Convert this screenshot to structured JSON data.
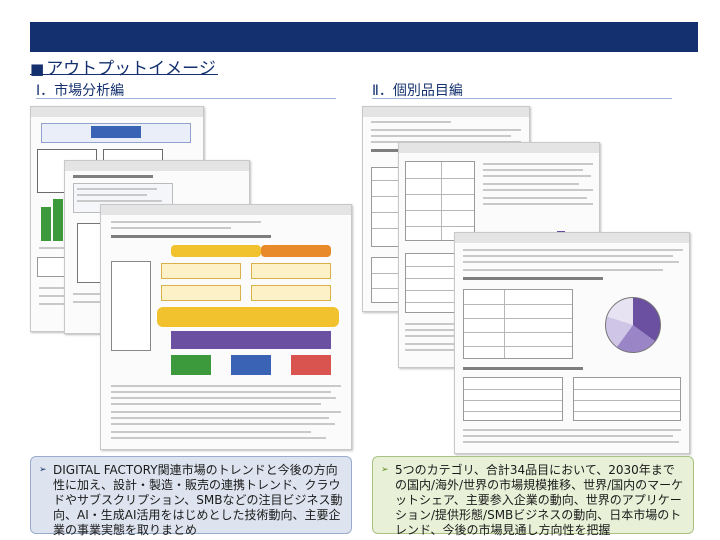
{
  "page": {
    "section_marker": "■",
    "section_title": "アウトプットイメージ",
    "part1_title": "Ⅰ．市場分析編",
    "part2_title": "Ⅱ．個別品目編"
  },
  "colors": {
    "navy": "#14306e",
    "light_blue_box": "#dde4ef",
    "light_green_box": "#e8f1d8",
    "thumb_yellow": "#f2c12e",
    "thumb_green": "#3c9a3c",
    "thumb_purple": "#6b4fa0",
    "thumb_blue": "#3b63b5"
  },
  "summary": {
    "left_arrow": "➢",
    "left_text": "DIGITAL FACTORY関連市場のトレンドと今後の方向性に加え、設計・製造・販売の連携トレンド、クラウドやサブスクリプション、SMBなどの注目ビジネス動向、AI・生成AI活用をはじめとした技術動向、主要企業の事業実態を取りまとめ",
    "right_arrow": "➢",
    "right_text": "5つのカテゴリ、合計34品目において、2030年までの国内/海外/世界の市場規模推移、世界/国内のマーケットシェア、主要参入企業の動向、世界のアプリケーション/提供形態/SMBビジネスの動向、日本市場のトレンド、今後の市場見通し方向性を把握"
  }
}
